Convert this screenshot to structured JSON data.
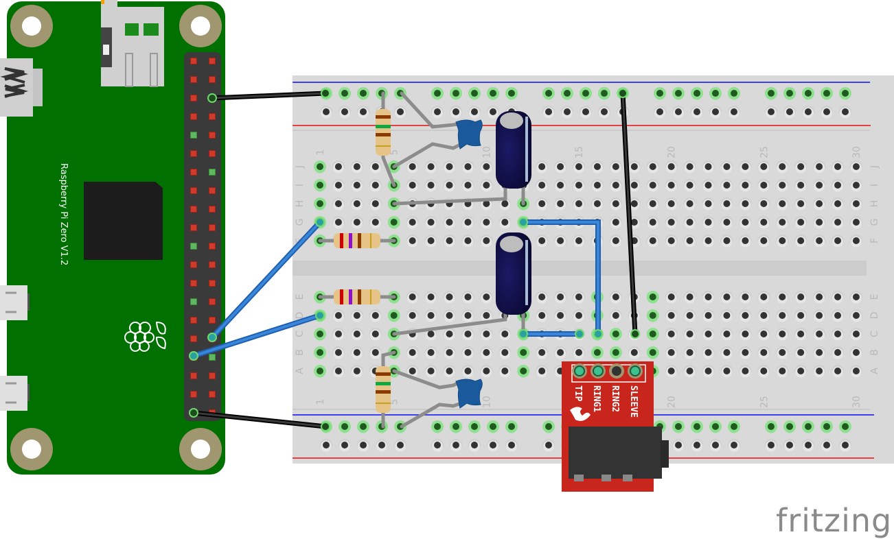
{
  "app": "Fritzing breadboard view",
  "watermark": "fritzing",
  "colors": {
    "pcb_green": "#007000",
    "mount_hole": "#a09670",
    "breadboard": "#d9d9d9",
    "rail_blue": "#1010e8",
    "rail_red": "#e81010",
    "wire_blue": "#3a86d8",
    "wire_black": "#2b2b2b",
    "wire_gray": "#8c8c8c",
    "jack_board": "#c8261c",
    "capacitor_blue": "#1a5a9c",
    "electrolytic": "#12104a"
  },
  "raspberry_pi": {
    "label": "Raspberry Pi Zero V1.2",
    "logo_icon": "raspberry-logo-icon"
  },
  "breadboard": {
    "column_labels": [
      "1",
      "5",
      "10",
      "15",
      "20",
      "25",
      "30"
    ],
    "row_labels_top": [
      "J",
      "I",
      "H",
      "G",
      "F"
    ],
    "row_labels_bottom": [
      "E",
      "D",
      "C",
      "B",
      "A"
    ]
  },
  "audio_jack": {
    "pins": [
      "TIP",
      "RING1",
      "RING2",
      "SLEEVE"
    ],
    "brand_icon": "sparkfun-flame-icon"
  },
  "components": [
    {
      "type": "resistor",
      "bands": [
        "brown",
        "green",
        "brown",
        "gold"
      ]
    },
    {
      "type": "resistor",
      "bands": [
        "red",
        "violet",
        "brown",
        "gold"
      ]
    },
    {
      "type": "resistor",
      "bands": [
        "red",
        "violet",
        "brown",
        "gold"
      ]
    },
    {
      "type": "resistor",
      "bands": [
        "brown",
        "green",
        "brown",
        "gold"
      ]
    },
    {
      "type": "ceramic-capacitor"
    },
    {
      "type": "ceramic-capacitor"
    },
    {
      "type": "electrolytic-capacitor"
    },
    {
      "type": "electrolytic-capacitor"
    }
  ]
}
